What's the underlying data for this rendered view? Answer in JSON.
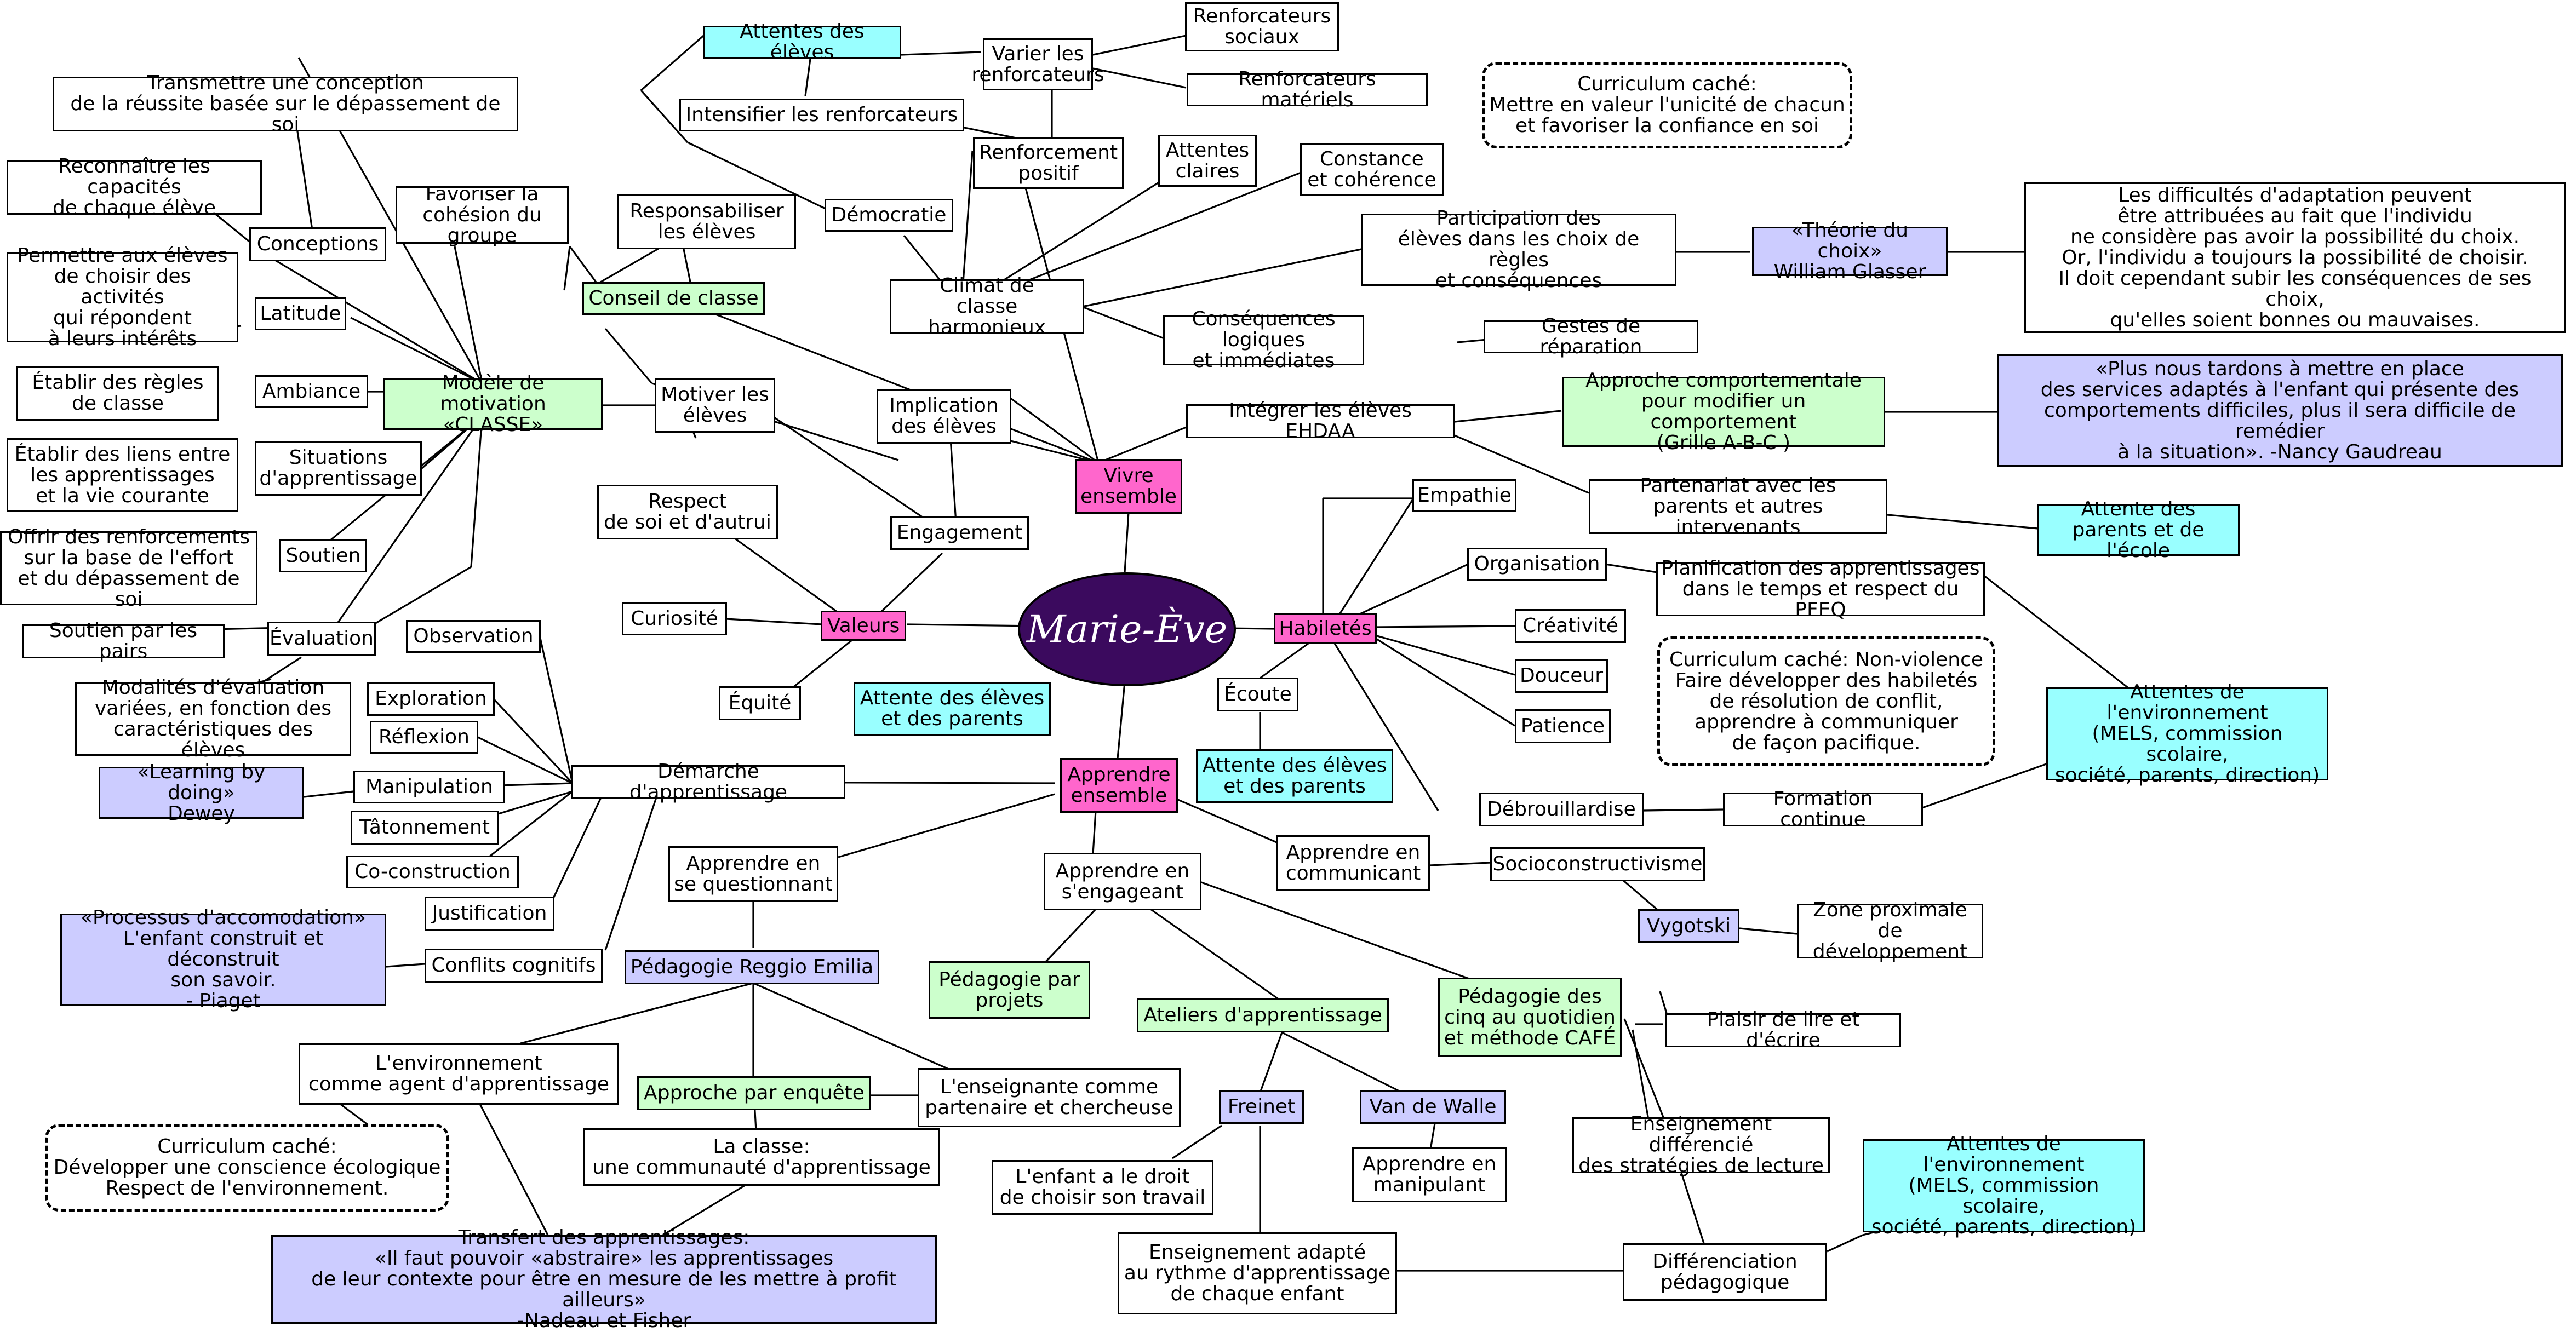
{
  "center": "Marie-Ève",
  "nodes": {
    "attentes_eleves_top": "Attentes des élèves",
    "varier": "Varier les\nrenforcateurs",
    "renf_sociaux": "Renforcateurs\nsociaux",
    "renf_materiels": "Renforcateurs matériels",
    "intensifier": "Intensifier les renforcateurs",
    "renf_positif": "Renforcement\npositif",
    "curriculum_top": "Curriculum caché:\nMettre en valeur l'unicité de chacun\net favoriser la confiance en soi",
    "transmettre": "Transmettre une conception\nde la réussite basée sur le dépassement de soi",
    "reconnaitre": "Reconnaître les capacités\nde chaque élève",
    "conceptions": "Conceptions",
    "favoriser": "Favoriser la\ncohésion du groupe",
    "responsabiliser": "Responsabiliser\nles élèves",
    "democratie": "Démocratie",
    "attentes_claires": "Attentes\nclaires",
    "constance": "Constance\net cohérence",
    "participation": "Participation des\nélèves dans les choix de règles\net conséquences",
    "theorie": "«Théorie du choix»\nWilliam Glasser",
    "difficultes": "Les difficultés d'adaptation peuvent\nêtre attribuées au fait que l'individu\nne considère pas avoir la possibilité du choix.\nOr, l'individu a toujours la possibilité de choisir.\nIl doit cependant subir les conséquences de ses choix,\nqu'elles soient bonnes ou mauvaises.",
    "permettre": "Permettre aux élèves\nde choisir des activités\nqui répondent\nà leurs intérêts",
    "latitude": "Latitude",
    "conseil": "Conseil de classe",
    "climat": "Climat de\nclasse harmonieux",
    "consequences": "Conséquences logiques\net immédiates",
    "gestes": "Gestes de réparation",
    "etablir_regles": "Établir des règles\nde classe",
    "ambiance": "Ambiance",
    "modele": "Modèle de motivation\n«CLASSE»",
    "motiver": "Motiver les\nélèves",
    "implication": "Implication\ndes élèves",
    "integrer": "Intégrer les élèves EHDAA",
    "approche_comp": "Approche comportementale\npour modifier un comportement\n(Grille A-B-C )",
    "plus_nous": "«Plus nous tardons à mettre en place\ndes services adaptés à l'enfant qui présente des\ncomportements difficiles, plus il sera difficile de remédier\nà la situation». -Nancy Gaudreau",
    "etablir_liens": "Établir des liens entre\nles apprentissages\net la vie courante",
    "situations": "Situations\nd'apprentissage",
    "respect": "Respect\nde soi et d'autrui",
    "vivre": "Vivre\nensemble",
    "empathie": "Empathie",
    "partenariat": "Partenariat avec les\nparents et autres intervenants",
    "attente_parents_ecole": "Attente des\nparents et de l'école",
    "offrir": "Offrir des renforcements\nsur la base de l'effort\net du dépassement de soi",
    "soutien": "Soutien",
    "engagement": "Engagement",
    "organisation": "Organisation",
    "planification": "Planification des apprentissages\ndans le temps et respect du PFEQ",
    "soutien_pairs": "Soutien par les pairs",
    "evaluation": "Évaluation",
    "observation": "Observation",
    "curiosite": "Curiosité",
    "valeurs": "Valeurs",
    "habiletes": "Habiletés",
    "creativite": "Créativité",
    "curriculum_mid": "Curriculum caché: Non-violence\nFaire développer des habiletés\nde résolution de conflit,\napprendre à communiquer\nde façon pacifique.",
    "douceur": "Douceur",
    "modalites": "Modalités d'évaluation\nvariées, en fonction des\ncaractéristiques des élèves",
    "exploration": "Exploration",
    "equite": "Équité",
    "attente_eleves_parents_1": "Attente des élèves\net des parents",
    "ecoute": "Écoute",
    "patience": "Patience",
    "attentes_env_1": "Attentes de\nl'environnement\n(MELS, commission scolaire,\nsociété, parents, direction)",
    "reflexion": "Réflexion",
    "learning": "«Learning by doing»\nDewey",
    "manipulation": "Manipulation",
    "demarche": "Démarche d'apprentissage",
    "apprendre_ensemble": "Apprendre\nensemble",
    "attente_eleves_parents_2": "Attente des élèves\net des parents",
    "debrouillardise": "Débrouillardise",
    "formation": "Formation continue",
    "tatonnement": "Tâtonnement",
    "coconstruction": "Co-construction",
    "questionnant": "Apprendre en\nse questionnant",
    "engageant": "Apprendre en\ns'engageant",
    "communicant": "Apprendre en\ncommunicant",
    "socio": "Socioconstructivisme",
    "justification": "Justification",
    "vygotski": "Vygotski",
    "zone": "Zone proximale\nde développement",
    "processus": "«Processus d'accomodation»\nL'enfant construit et déconstruit\nson savoir.\n- Piaget",
    "conflits": "Conflits cognitifs",
    "reggio": "Pédagogie Reggio Emilia",
    "pedagogie_projets": "Pédagogie par\nprojets",
    "ateliers": "Ateliers d'apprentissage",
    "cinq": "Pédagogie des\ncinq au quotidien\net méthode CAFÉ",
    "plaisir": "Plaisir de lire et d'écrire",
    "environnement_agent": "L'environnement\ncomme agent d'apprentissage",
    "enquete": "Approche par enquête",
    "enseignante": "L'enseignante comme\npartenaire et chercheuse",
    "freinet": "Freinet",
    "vandewalle": "Van de Walle",
    "enseignement_diff": "Enseignement différencié\ndes stratégies de lecture",
    "attentes_env_2": "Attentes de\nl'environnement\n(MELS, commission scolaire,\nsociété, parents, direction)",
    "curriculum_bottom": "Curriculum caché:\nDévelopper une conscience écologique\nRespect de l'environnement.",
    "communaute": "La classe:\nune communauté d'apprentissage",
    "droit": "L'enfant a le droit\nde choisir son travail",
    "manipulant": "Apprendre en\nmanipulant",
    "transfert": "Transfert des apprentissages:\n«Il faut pouvoir «abstraire» les apprentissages\nde leur contexte pour être en mesure de les mettre à profit ailleurs»\n-Nadeau et Fisher",
    "adapte": "Enseignement adapté\nau rythme d'apprentissage\nde chaque enfant",
    "differenciation": "Différenciation\npédagogique"
  },
  "colors": {
    "green": "#ccffcc",
    "cyan": "#99ffff",
    "lavender": "#ccccff",
    "pink": "#ff66cc",
    "center": "#3b0a5e"
  }
}
